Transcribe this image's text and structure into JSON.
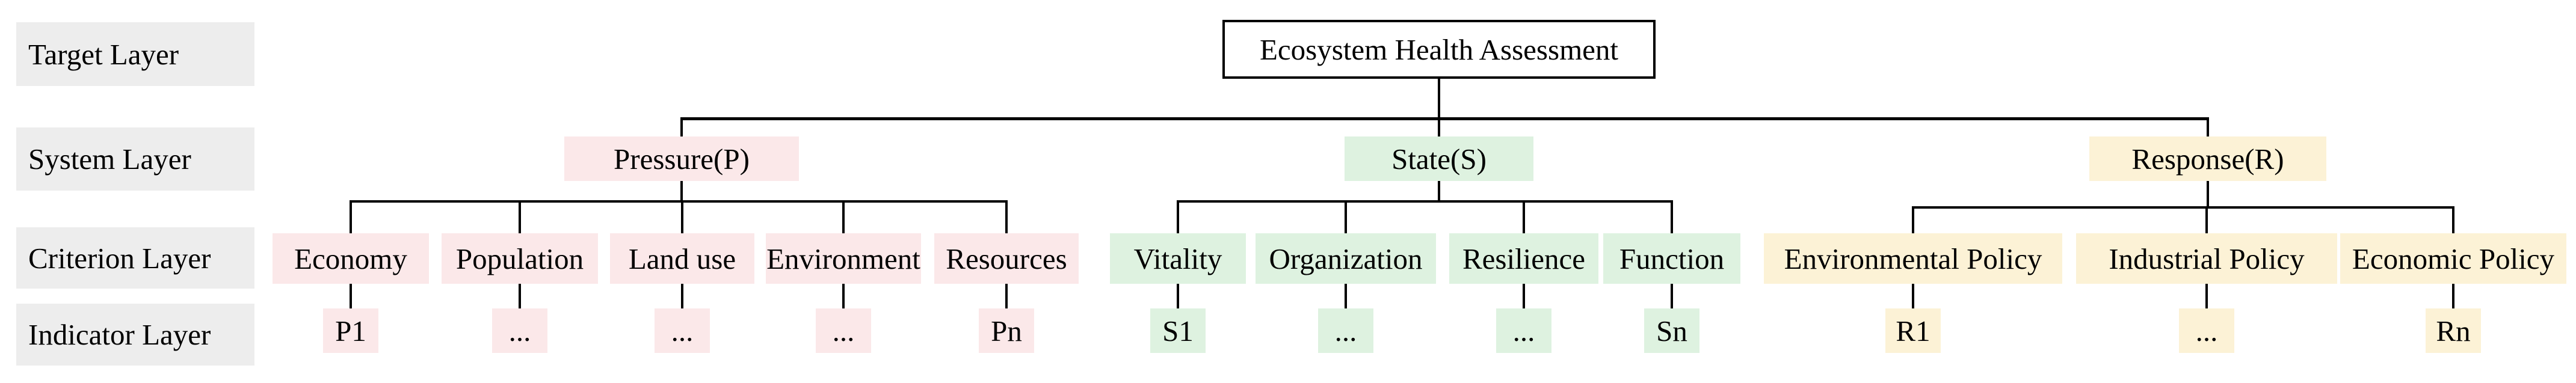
{
  "figure": {
    "row_labels": [
      "Target Layer",
      "System Layer",
      "Criterion Layer",
      "Indicator Layer"
    ],
    "root": "Ecosystem Health Assessment",
    "branches": [
      {
        "label": "Pressure(P)",
        "criteria": [
          "Economy",
          "Population",
          "Land use",
          "Environment",
          "Resources"
        ],
        "indicators": [
          "P1",
          "...",
          "...",
          "...",
          "Pn"
        ]
      },
      {
        "label": "State(S)",
        "criteria": [
          "Vitality",
          "Organization",
          "Resilience",
          "Function"
        ],
        "indicators": [
          "S1",
          "...",
          "...",
          "Sn"
        ]
      },
      {
        "label": "Response(R)",
        "criteria": [
          "Environmental Policy",
          "Industrial Policy",
          "Economic Policy"
        ],
        "indicators": [
          "R1",
          "...",
          "Rn"
        ]
      }
    ],
    "colors": {
      "pressure": "#fbe8e9",
      "state": "#def2e0",
      "response": "#fcf2d6",
      "row_label_bg": "#ededed",
      "root_bg": "#ffffff",
      "line": "#000000"
    }
  }
}
